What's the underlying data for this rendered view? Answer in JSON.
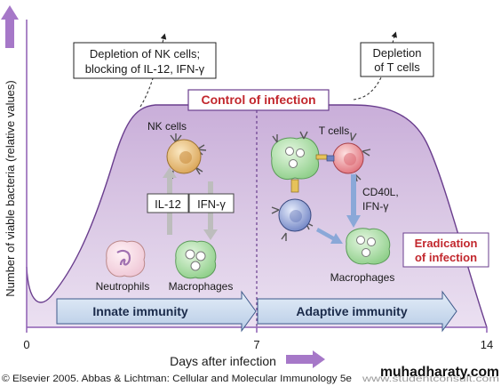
{
  "axes": {
    "y_label": "Number of viable bacteria (relative values)",
    "x_label": "Days after infection",
    "x_ticks": [
      "0",
      "7",
      "14"
    ]
  },
  "callouts": {
    "nk_depletion_line1": "Depletion of NK cells;",
    "nk_depletion_line2": "blocking of IL-12, IFN-γ",
    "t_depletion_line1": "Depletion",
    "t_depletion_line2": "of T cells"
  },
  "labels": {
    "control": "Control of infection",
    "eradication_line1": "Eradication",
    "eradication_line2": "of infection",
    "nk_cells": "NK cells",
    "t_cells": "T cells",
    "il12": "IL-12",
    "ifn_box": "IFN-γ",
    "cd40l": "CD40L,",
    "ifn_g": "IFN-γ",
    "neutrophils": "Neutrophils",
    "macrophages_innate": "Macrophages",
    "macrophages_adaptive": "Macrophages"
  },
  "phases": {
    "innate": "Innate immunity",
    "adaptive": "Adaptive immunity"
  },
  "footer": {
    "credit": "© Elsevier 2005. Abbas & Lichtman: Cellular and Molecular Immunology 5e",
    "watermark_main": "muhadharaty.com",
    "watermark_sub": "www.studentconsult.com"
  },
  "colors": {
    "accent_purple": "#a678c8",
    "area_fill": "#d9c4e3",
    "axis": "#8e5fb4",
    "phase_bar": "#ccdcf0",
    "control_red": "#c2272d",
    "arrow_blue": "#8aa8d8"
  }
}
